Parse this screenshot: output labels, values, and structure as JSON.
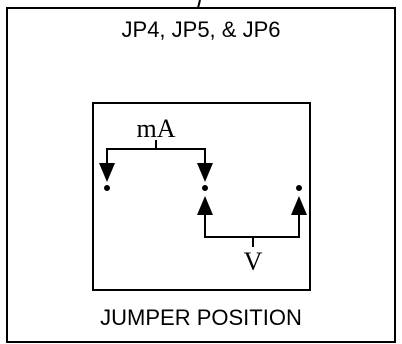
{
  "diagram": {
    "title": "JP4, JP5, & JP6",
    "mode_ma_label": "mA",
    "mode_v_label": "V",
    "caption": "JUMPER POSITION",
    "line_color": "#000000",
    "background_color": "#ffffff",
    "pins": [
      "left-pin",
      "middle-pin",
      "right-pin"
    ]
  }
}
